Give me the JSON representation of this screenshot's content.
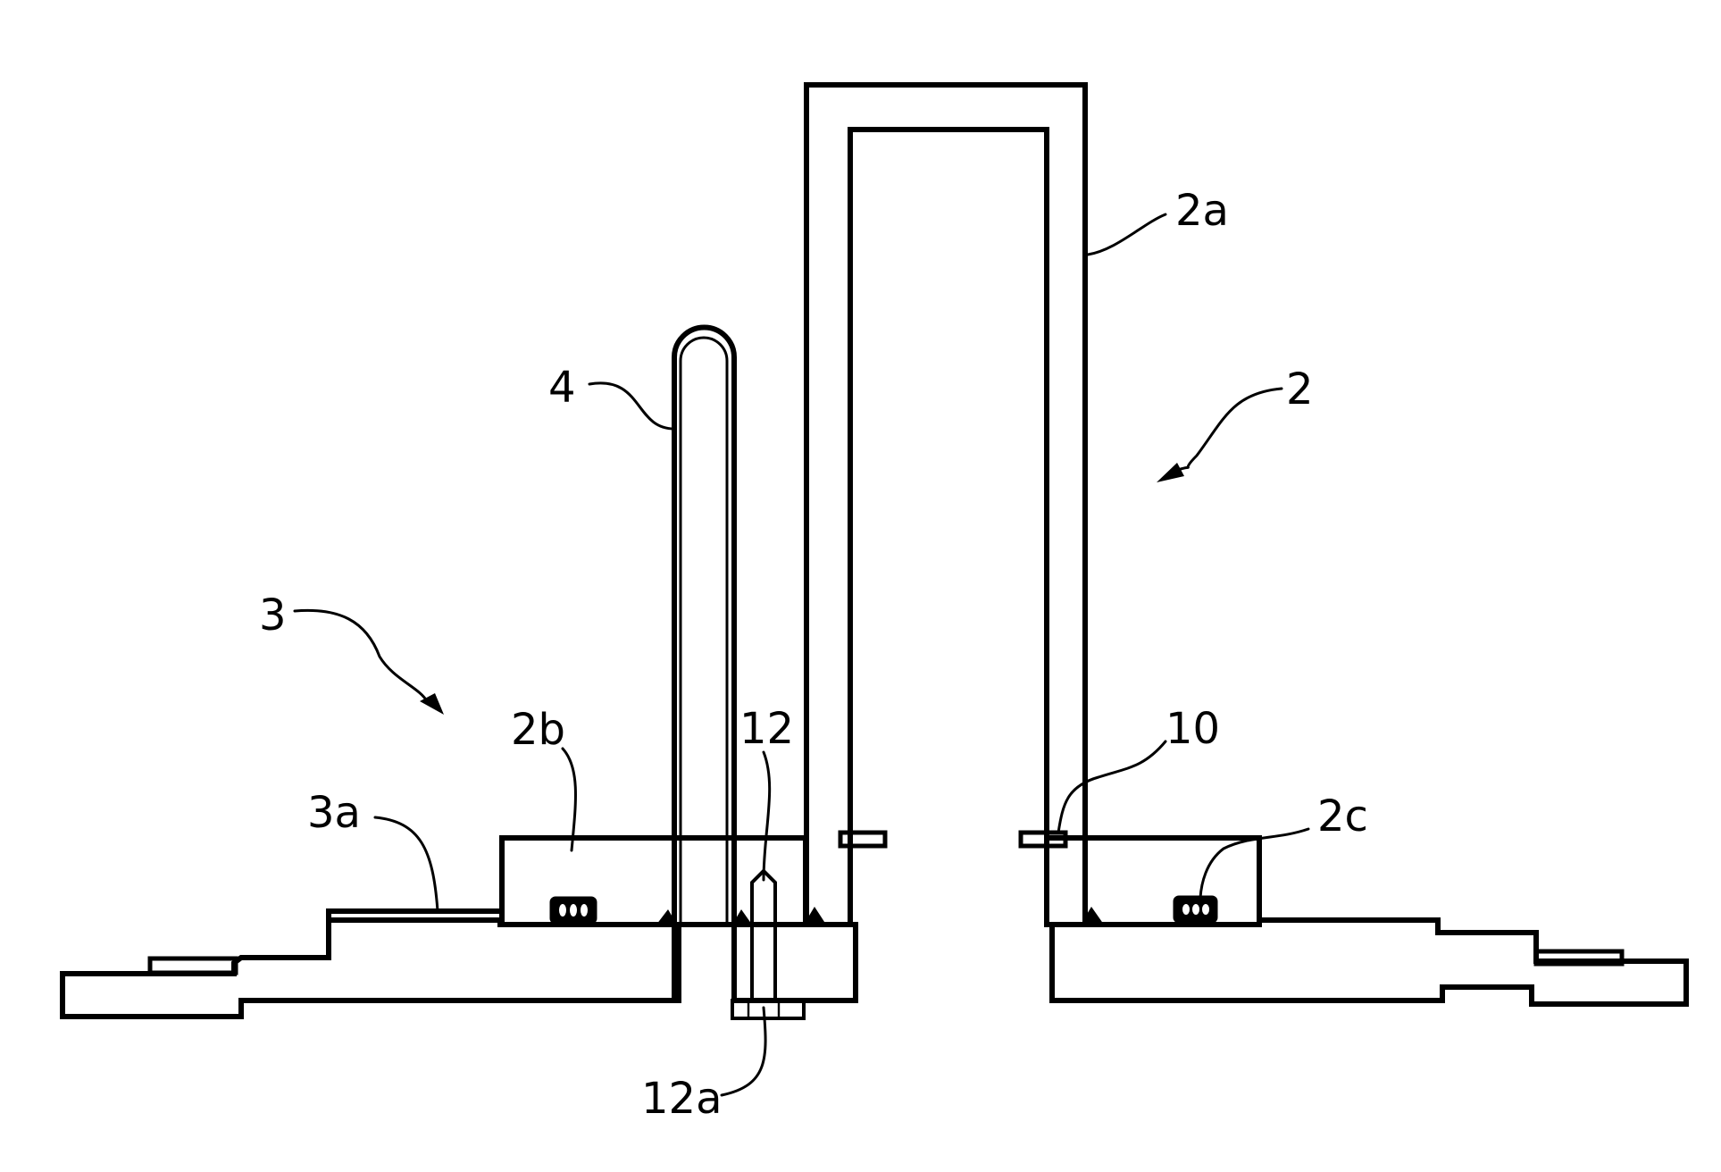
{
  "figure": {
    "type": "patent cross-section drawing",
    "colors": {
      "ink": "#000000",
      "background": "#ffffff"
    },
    "labels": [
      {
        "id": "2",
        "text": "2",
        "target": "assembly (arrow)"
      },
      {
        "id": "2a",
        "text": "2a",
        "target": "cylindrical tube wall"
      },
      {
        "id": "2b",
        "text": "2b",
        "target": "left flange block"
      },
      {
        "id": "2c",
        "text": "2c",
        "target": "seal ring (right)"
      },
      {
        "id": "3",
        "text": "3",
        "target": "base assembly (arrow)"
      },
      {
        "id": "3a",
        "text": "3a",
        "target": "base plate top surface"
      },
      {
        "id": "4",
        "text": "4",
        "target": "U-shaped thermocouple tube"
      },
      {
        "id": "10",
        "text": "10",
        "target": "retaining ring"
      },
      {
        "id": "12",
        "text": "12",
        "target": "pin / bolt"
      },
      {
        "id": "12a",
        "text": "12a",
        "target": "bolt head"
      }
    ]
  }
}
